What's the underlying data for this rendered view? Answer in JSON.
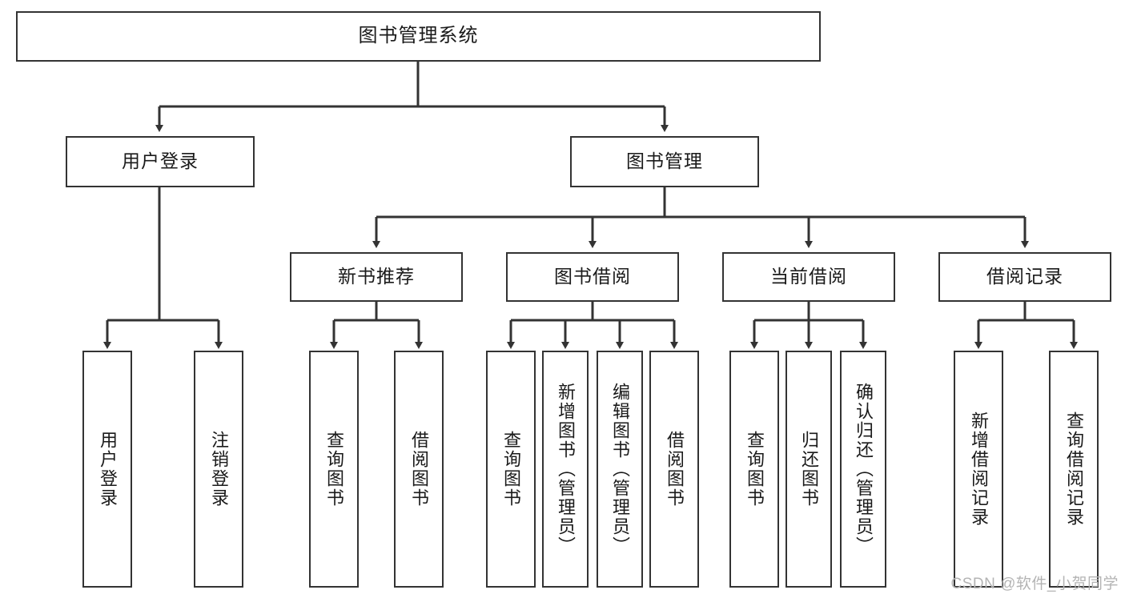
{
  "diagram": {
    "title_node": {
      "label": "图书管理系统"
    },
    "level2": [
      {
        "id": "user-login",
        "label": "用户登录"
      },
      {
        "id": "book-management",
        "label": "图书管理"
      }
    ],
    "level3": [
      {
        "id": "new-book-recommend",
        "label": "新书推荐"
      },
      {
        "id": "book-borrow",
        "label": "图书借阅"
      },
      {
        "id": "current-borrow",
        "label": "当前借阅"
      },
      {
        "id": "borrow-record",
        "label": "借阅记录"
      }
    ],
    "leaves": {
      "user_login": [
        {
          "id": "leaf-user-login",
          "label": "用户登录"
        },
        {
          "id": "leaf-logout-login",
          "label": "注销登录"
        }
      ],
      "new_book_recommend": [
        {
          "id": "leaf-query-book-1",
          "label": "查询图书"
        },
        {
          "id": "leaf-borrow-book-1",
          "label": "借阅图书"
        }
      ],
      "book_borrow": [
        {
          "id": "leaf-query-book-2",
          "label": "查询图书"
        },
        {
          "id": "leaf-add-book",
          "label": "新增图书（管理员）"
        },
        {
          "id": "leaf-edit-book",
          "label": "编辑图书（管理员）"
        },
        {
          "id": "leaf-borrow-book-2",
          "label": "借阅图书"
        }
      ],
      "current_borrow": [
        {
          "id": "leaf-query-book-3",
          "label": "查询图书"
        },
        {
          "id": "leaf-return-book",
          "label": "归还图书"
        },
        {
          "id": "leaf-confirm-return",
          "label": "确认归还（管理员）"
        }
      ],
      "borrow_record": [
        {
          "id": "leaf-add-record",
          "label": "新增借阅记录"
        },
        {
          "id": "leaf-query-record",
          "label": "查询借阅记录"
        }
      ]
    }
  },
  "watermark": {
    "text": "CSDN @软件_小贺同学"
  },
  "colors": {
    "border": "#333333",
    "text": "#1a1a1a",
    "background": "#ffffff",
    "watermark": "#b4b4b4"
  }
}
